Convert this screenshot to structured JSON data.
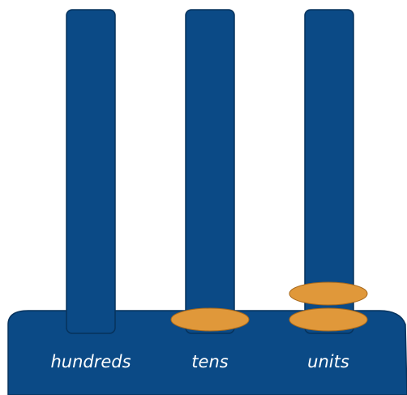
{
  "colors": {
    "background": "#ffffff",
    "frame": "#0b4a86",
    "frame_outline": "#06325c",
    "bead": "#e0983a",
    "bead_outline": "#a8691c",
    "label": "#ffffff"
  },
  "columns": [
    {
      "label": "hundreds",
      "bead_count": 0
    },
    {
      "label": "tens",
      "bead_count": 1
    },
    {
      "label": "units",
      "bead_count": 2
    }
  ]
}
